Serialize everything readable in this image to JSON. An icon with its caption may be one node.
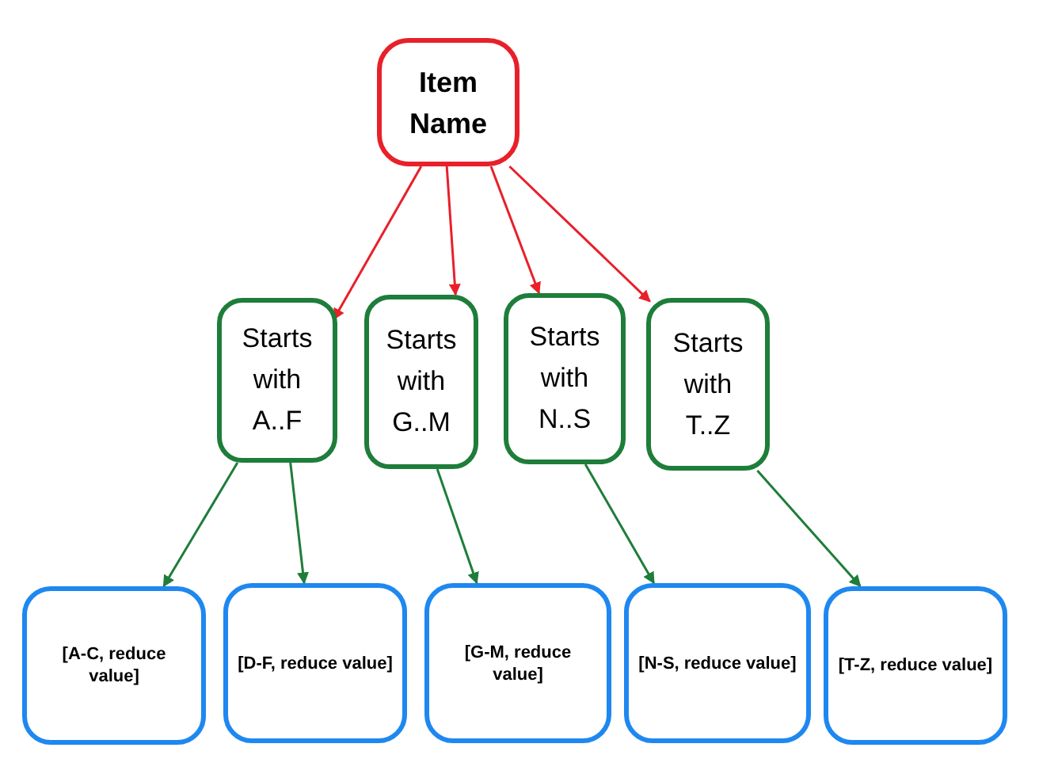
{
  "diagram": {
    "nodes": [
      {
        "text": [
          "Item Name"
        ]
      },
      {
        "text": [
          "Starts with A..F"
        ]
      },
      {
        "text": [
          "Starts with G..M"
        ]
      },
      {
        "text": [
          "Starts with N..S"
        ]
      },
      {
        "text": [
          "Starts with T..Z"
        ]
      },
      {
        "text": [
          "[A-C, reduce value]"
        ]
      },
      {
        "text": [
          "[D-F, reduce value]"
        ]
      },
      {
        "text": [
          "[G-M, reduce value]"
        ]
      },
      {
        "text": [
          "[N-S, reduce value]"
        ]
      },
      {
        "text": [
          "[T-Z, reduce value]"
        ]
      }
    ],
    "edges": [
      {
        "from": 0,
        "to": 1,
        "arrow": "to",
        "color": "#e8202a"
      },
      {
        "from": 0,
        "to": 2,
        "arrow": "to",
        "color": "#e8202a"
      },
      {
        "from": 0,
        "to": 3,
        "arrow": "to",
        "color": "#e8202a"
      },
      {
        "from": 0,
        "to": 4,
        "arrow": "to",
        "color": "#e8202a"
      },
      {
        "from": 1,
        "to": 5,
        "arrow": "to"
      },
      {
        "from": 1,
        "to": 6,
        "arrow": "to"
      },
      {
        "from": 2,
        "to": 7,
        "arrow": "to"
      },
      {
        "from": 3,
        "to": 8,
        "arrow": "to"
      },
      {
        "from": 4,
        "to": 9,
        "arrow": "to"
      }
    ]
  }
}
